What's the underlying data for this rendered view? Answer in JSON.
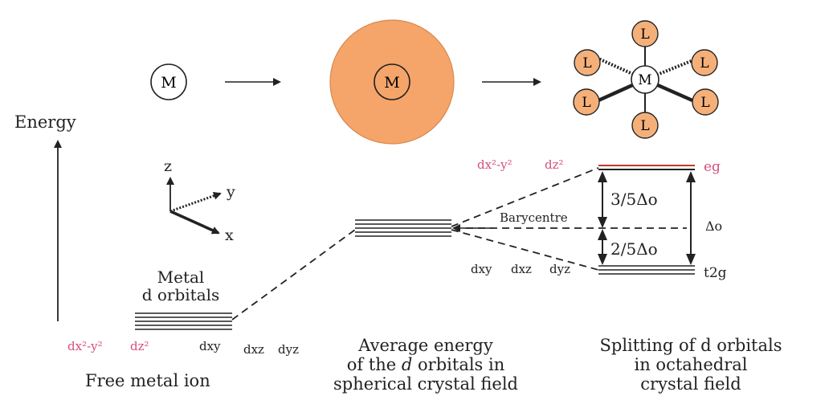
{
  "metal_label": "M",
  "ligand_label": "L",
  "energy_label": "Energy",
  "axes": {
    "z": "z",
    "y": "y",
    "x": "x"
  },
  "metal_d_orbitals_label": {
    "line1": "Metal",
    "line2": "d orbitals"
  },
  "free_ion": {
    "orbital_labels": [
      "dx²-y²",
      "dz²",
      "dxy",
      "dxz",
      "dyz"
    ],
    "caption": "Free metal ion"
  },
  "spherical": {
    "caption_line1": "Average energy",
    "caption_line2_pre": "of the ",
    "caption_line2_italic": "d",
    "caption_line2_post": " orbitals in",
    "caption_line3": "spherical crystal field"
  },
  "octahedral": {
    "eg_orbitals": [
      "dx²-y²",
      "dz²"
    ],
    "eg_label": "eg",
    "t2g_orbitals": [
      "dxy",
      "dxz",
      "dyz"
    ],
    "t2g_label": "t2g",
    "barycentre_label": "Barycentre",
    "upper_split": "3/5Δo",
    "lower_split": "2/5Δo",
    "delta_label": "Δo",
    "caption_line1": "Splitting of d orbitals",
    "caption_line2": "in octahedral",
    "caption_line3": "crystal field"
  },
  "colors": {
    "sphere_fill": "#f5a46a",
    "ligand_fill": "#f5b07a",
    "eg_line": "#c0392b",
    "orbital_label": "#d4507a"
  }
}
